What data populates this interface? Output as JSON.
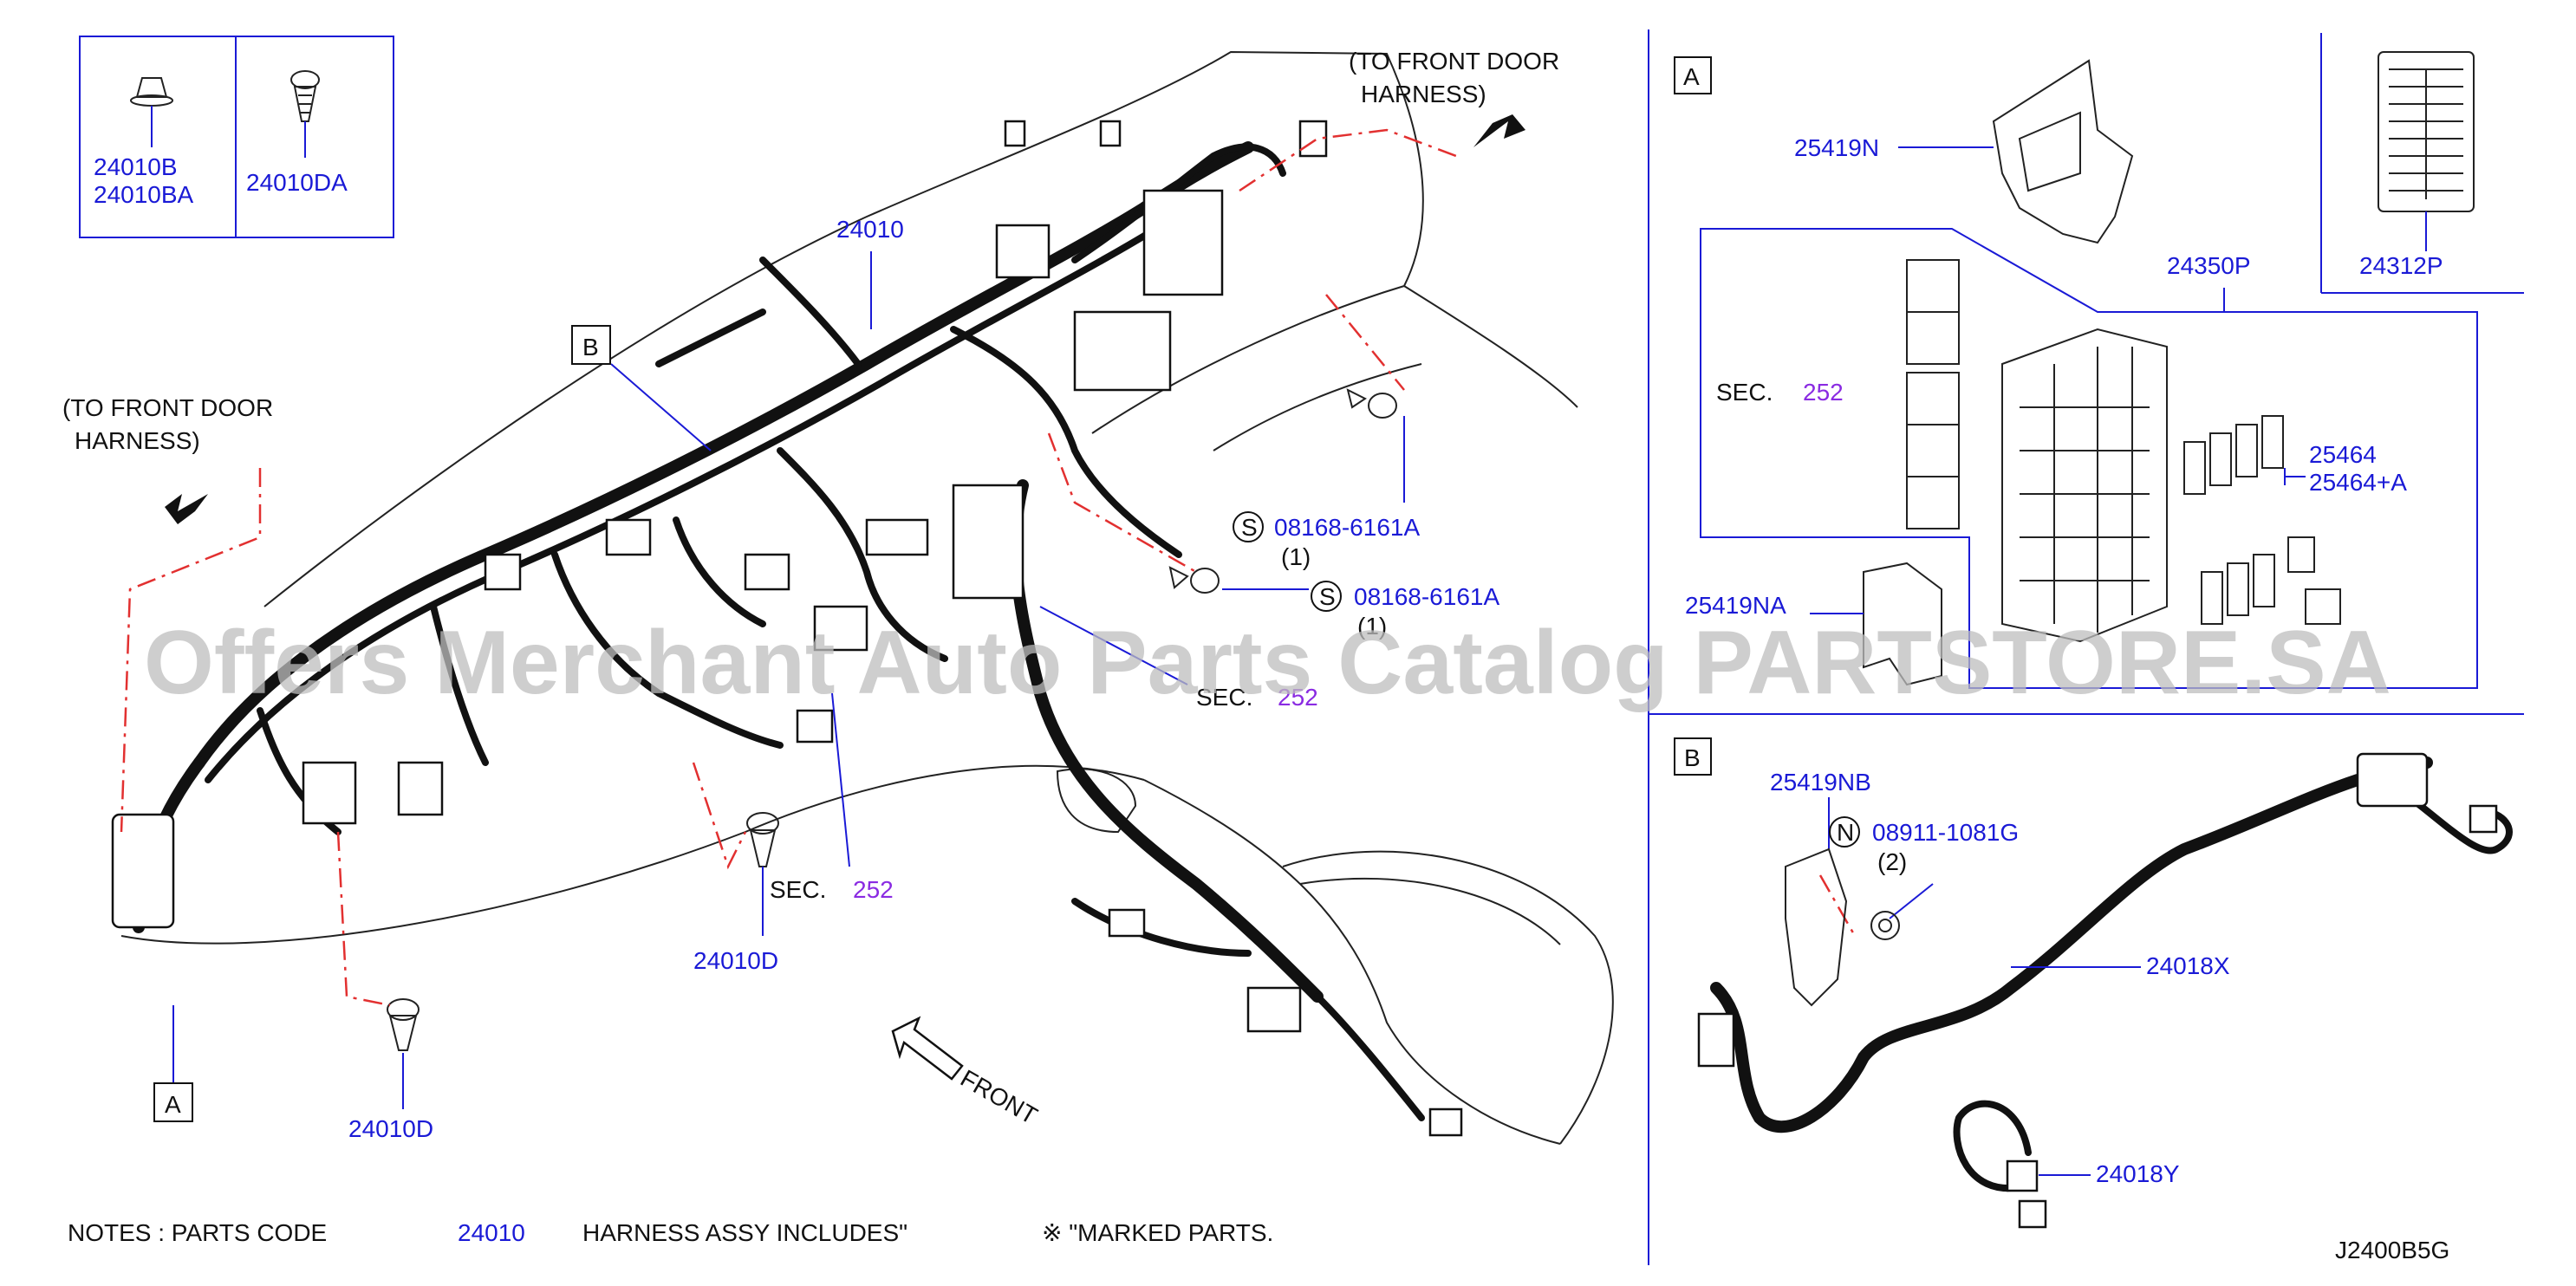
{
  "labels": {
    "p24010B": "24010B",
    "p24010BA": "24010BA",
    "p24010DA": "24010DA",
    "p24010": "24010",
    "to_front_door_r_1": "(TO  FRONT  DOOR",
    "to_front_door_r_2": "HARNESS)",
    "to_front_door_l_1": "(TO  FRONT  DOOR",
    "to_front_door_l_2": "HARNESS)",
    "callout_b": "B",
    "callout_a_main": "A",
    "s_symbol_1": "S",
    "p08168_1": "08168-6161A",
    "qty_1": "(1)",
    "s_symbol_2": "S",
    "p08168_2": "08168-6161A",
    "qty_2": "(1)",
    "sec_text_1": "SEC.",
    "sec_num_1": "252",
    "sec_text_2": "SEC.",
    "sec_num_2": "252",
    "p24010D_1": "24010D",
    "p24010D_2": "24010D",
    "front": "FRONT",
    "notes_1": "NOTES   :   PARTS   CODE",
    "notes_code": "24010",
    "notes_2": "HARNESS   ASSY   INCLUDES\"",
    "notes_3": "※ \"MARKED   PARTS.",
    "diagram_id": "J2400B5G"
  },
  "panel_a": {
    "tag": "A",
    "p25419N": "25419N",
    "p24312P": "24312P",
    "p24350P": "24350P",
    "sec_text": "SEC.",
    "sec_num": "252",
    "p25464": "25464",
    "p25464A": "25464+A",
    "p25419NA": "25419NA"
  },
  "panel_b": {
    "tag": "B",
    "p25419NB": "25419NB",
    "n_symbol": "N",
    "p08911": "08911-1081G",
    "qty": "(2)",
    "p24018X": "24018X",
    "p24018Y": "24018Y"
  },
  "watermark": "Offers Merchant Auto Parts Catalog PARTSTORE.SA",
  "colors": {
    "part_number": "#1a1ad6",
    "section_ref": "#8a2be2",
    "phantom_line": "#e23030",
    "outline": "#111111"
  }
}
